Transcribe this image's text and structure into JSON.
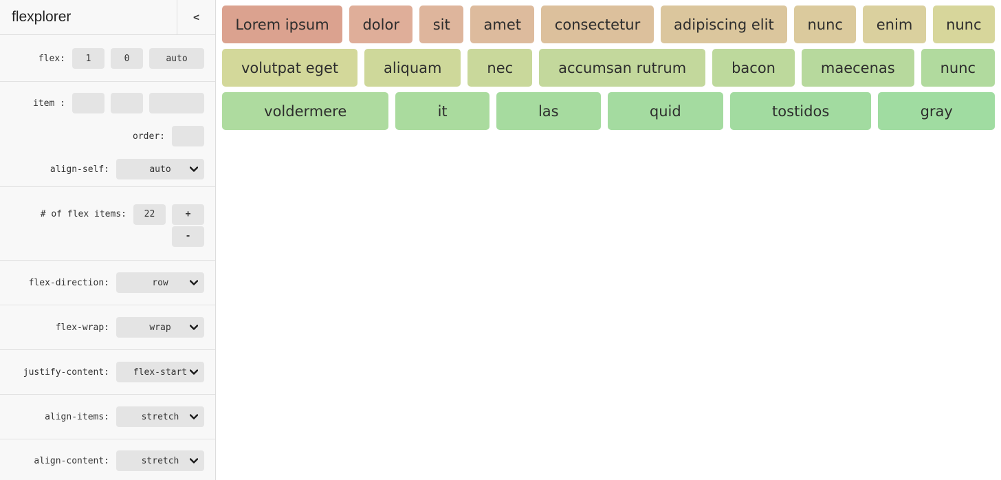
{
  "app": {
    "title": "flexplorer",
    "collapse_icon": "<"
  },
  "sidebar": {
    "flex_row": {
      "label": "flex:",
      "grow": "1",
      "shrink": "0",
      "basis": "auto"
    },
    "item_row": {
      "label": "item :",
      "v1": "",
      "v2": "",
      "v3": ""
    },
    "order_row": {
      "label": "order:",
      "value": ""
    },
    "align_self": {
      "label": "align-self:",
      "value": "auto"
    },
    "count_row": {
      "label": "# of flex items:",
      "value": "22",
      "increment": "+",
      "decrement": "-"
    },
    "flex_direction": {
      "label": "flex-direction:",
      "value": "row"
    },
    "flex_wrap": {
      "label": "flex-wrap:",
      "value": "wrap"
    },
    "justify_content": {
      "label": "justify-content:",
      "value": "flex-start"
    },
    "align_items": {
      "label": "align-items:",
      "value": "stretch"
    },
    "align_content": {
      "label": "align-content:",
      "value": "stretch"
    }
  },
  "main": {
    "items": [
      {
        "label": "Lorem ipsum",
        "color": "#dba28f"
      },
      {
        "label": "dolor",
        "color": "#dfae99"
      },
      {
        "label": "sit",
        "color": "#deb59c"
      },
      {
        "label": "amet",
        "color": "#ddbb9d"
      },
      {
        "label": "consectetur",
        "color": "#dcc09c"
      },
      {
        "label": "adipiscing elit",
        "color": "#dbc69d"
      },
      {
        "label": "nunc",
        "color": "#dbca9d"
      },
      {
        "label": "enim",
        "color": "#dad09e"
      },
      {
        "label": "nunc",
        "color": "#d7d69b"
      },
      {
        "label": "volutpat eget",
        "color": "#d3d89a"
      },
      {
        "label": "aliquam",
        "color": "#ced89a"
      },
      {
        "label": "nec",
        "color": "#c9d89b"
      },
      {
        "label": "accumsan rutrum",
        "color": "#c3d89c"
      },
      {
        "label": "bacon",
        "color": "#bdd99c"
      },
      {
        "label": "maecenas",
        "color": "#b7d99d"
      },
      {
        "label": "nunc",
        "color": "#b1da9e"
      },
      {
        "label": "voldermere",
        "color": "#aedb9f"
      },
      {
        "label": "it",
        "color": "#aadb9e"
      },
      {
        "label": "las",
        "color": "#a6db9f"
      },
      {
        "label": "quid",
        "color": "#a4dba0"
      },
      {
        "label": "tostidos",
        "color": "#a2dba0"
      },
      {
        "label": "gray",
        "color": "#a0dca1"
      }
    ]
  }
}
